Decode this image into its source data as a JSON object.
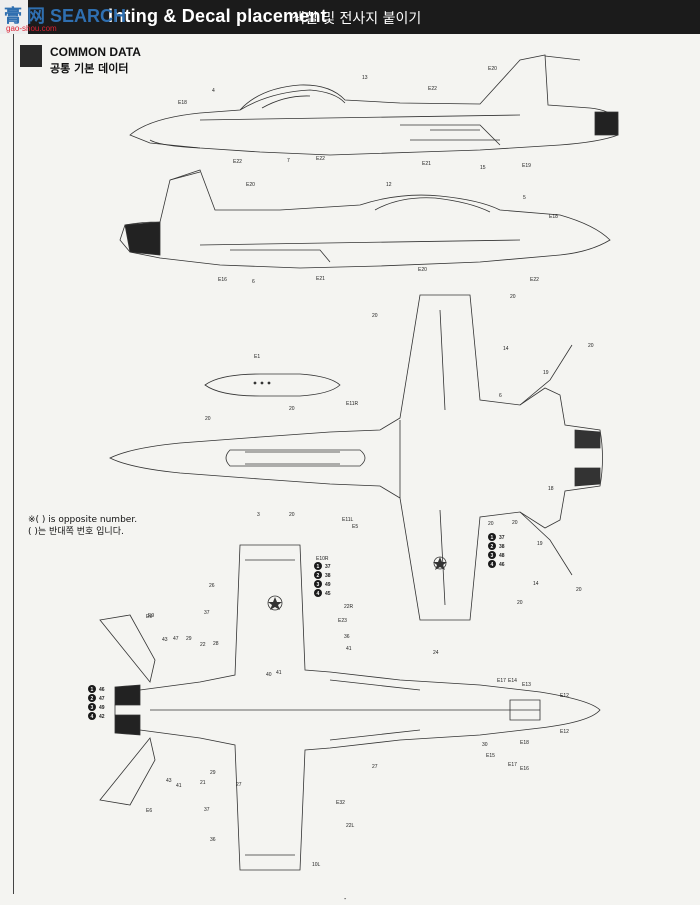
{
  "header": {
    "title": "inting & Decal placement",
    "title_ko": "색칠 및 전사지 붙이기"
  },
  "watermark": {
    "text": "膏 网 SEARCH",
    "url": "gao-shou.com"
  },
  "section": {
    "title": "COMMON DATA",
    "title_ko": "공통 기본 데이터"
  },
  "note": {
    "line1": "※( ) is opposite number.",
    "line2": "( )는 반대쪽 번호 입니다."
  },
  "colors": {
    "header_bg": "#1b1b1b",
    "line": "#333333",
    "badge": "#1a1a1a"
  },
  "side_upper_labels": [
    "E20",
    "13",
    "E22",
    "4",
    "E18",
    "E21",
    "15",
    "E19",
    "E22",
    "7",
    "E22"
  ],
  "side_lower_labels": [
    "E20",
    "12",
    "5",
    "E18",
    "E16",
    "6",
    "E21",
    "E20",
    "E22"
  ],
  "top_labels": [
    "20",
    "20",
    "14",
    "20",
    "E1",
    "E11R",
    "20",
    "19",
    "6",
    "E11L",
    "E5",
    "20",
    "3",
    "20",
    "19",
    "18",
    "20",
    "14",
    "20",
    "20",
    "E9",
    "20"
  ],
  "bottom_labels": [
    "E10R",
    "26",
    "37",
    "22R",
    "E23",
    "36",
    "41",
    "E9",
    "43",
    "47",
    "29",
    "22",
    "28",
    "40",
    "41",
    "E17",
    "E14",
    "E13",
    "E12",
    "E12",
    "30",
    "E15",
    "E17",
    "E16",
    "E18",
    "E6",
    "43",
    "41",
    "21",
    "29",
    "27",
    "37",
    "E32",
    "22L",
    "36",
    "10L",
    "27",
    "24"
  ],
  "badge_set_top": [
    {
      "n": "1",
      "v": "37"
    },
    {
      "n": "2",
      "v": "38"
    },
    {
      "n": "3",
      "v": "48"
    },
    {
      "n": "4",
      "v": "46"
    }
  ],
  "badge_set_mid": [
    {
      "n": "1",
      "v": "37"
    },
    {
      "n": "2",
      "v": "38"
    },
    {
      "n": "3",
      "v": "49"
    },
    {
      "n": "4",
      "v": "45"
    }
  ],
  "badge_set_left": [
    {
      "n": "1",
      "v": "46"
    },
    {
      "n": "2",
      "v": "47"
    },
    {
      "n": "3",
      "v": "49"
    },
    {
      "n": "4",
      "v": "42"
    }
  ],
  "page_mark": "-"
}
